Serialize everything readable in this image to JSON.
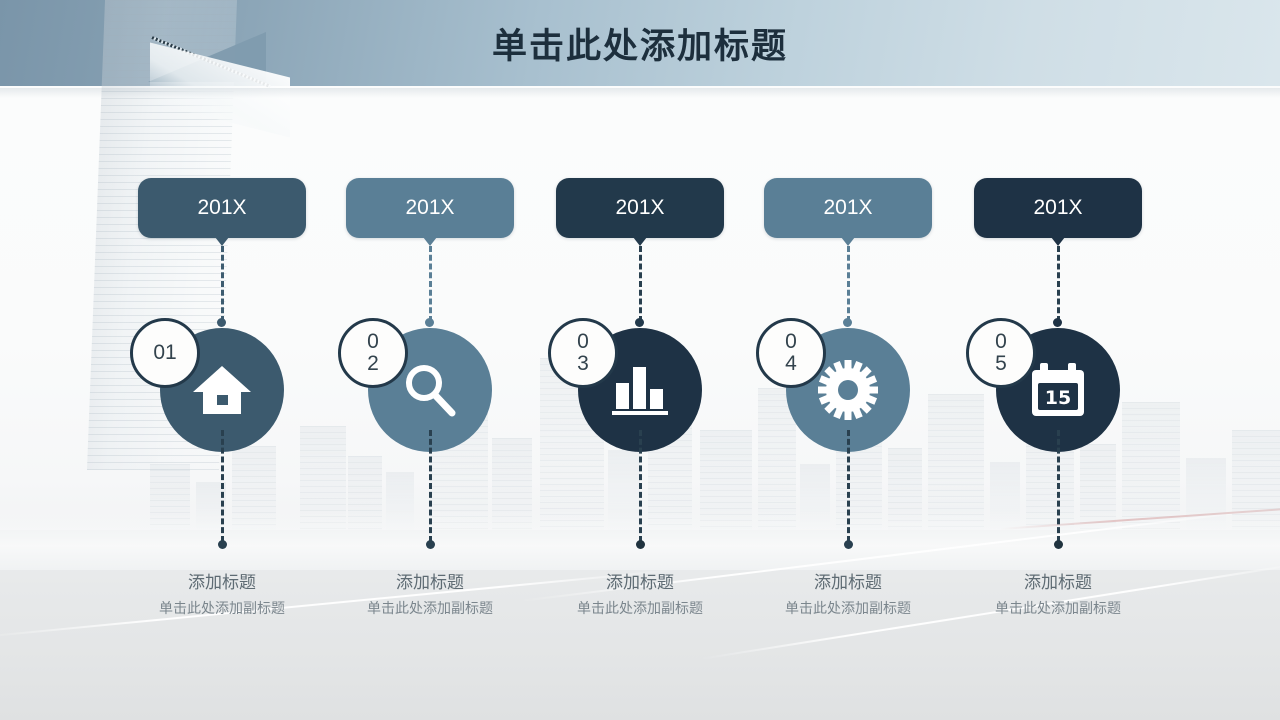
{
  "slide": {
    "title": "单击此处添加标题",
    "title_color": "#1d2f3d"
  },
  "theme": {
    "slate_mid": "#3c5a6e",
    "slate_light": "#5a7f96",
    "navy_dark": "#22394b",
    "navy_darkest": "#1e3245",
    "badge_border": "#23394a",
    "badge_fill": "#fdfdfc",
    "dash_color": "#3d5c70",
    "caption_title": "#5e6b73",
    "caption_sub": "#7b868d"
  },
  "items": [
    {
      "year": "201X",
      "number": "01",
      "icon": "home-icon",
      "caption_title": "添加标题",
      "caption_sub": "单击此处添加副标题",
      "pill_color": "#3c5a6e",
      "circle_color": "#3c5a6e"
    },
    {
      "year": "201X",
      "number": "02",
      "icon": "search-icon",
      "caption_title": "添加标题",
      "caption_sub": "单击此处添加副标题",
      "pill_color": "#5a7f96",
      "circle_color": "#5a7f96"
    },
    {
      "year": "201X",
      "number": "03",
      "icon": "bar-chart-icon",
      "caption_title": "添加标题",
      "caption_sub": "单击此处添加副标题",
      "pill_color": "#22394b",
      "circle_color": "#1e3245"
    },
    {
      "year": "201X",
      "number": "04",
      "icon": "gear-icon",
      "caption_title": "添加标题",
      "caption_sub": "单击此处添加副标题",
      "pill_color": "#5a7f96",
      "circle_color": "#5a7f96"
    },
    {
      "year": "201X",
      "number": "05",
      "icon": "calendar-icon",
      "caption_title": "添加标题",
      "caption_sub": "单击此处添加副标题",
      "pill_color": "#1e3245",
      "circle_color": "#1e3245",
      "calendar_day": "15"
    }
  ]
}
